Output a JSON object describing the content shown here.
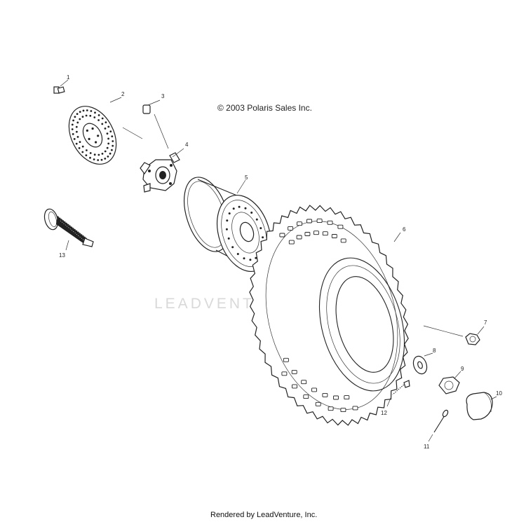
{
  "copyright": "© 2003 Polaris Sales Inc.",
  "rendered_by": "Rendered by LeadVenture, Inc.",
  "watermark": "LEADVENTURE",
  "callouts": [
    "1",
    "2",
    "3",
    "4",
    "5",
    "6",
    "7",
    "8",
    "9",
    "10",
    "11",
    "12",
    "13"
  ],
  "colors": {
    "line": "#222222",
    "watermark": "#d9d9d9",
    "background": "#ffffff"
  }
}
